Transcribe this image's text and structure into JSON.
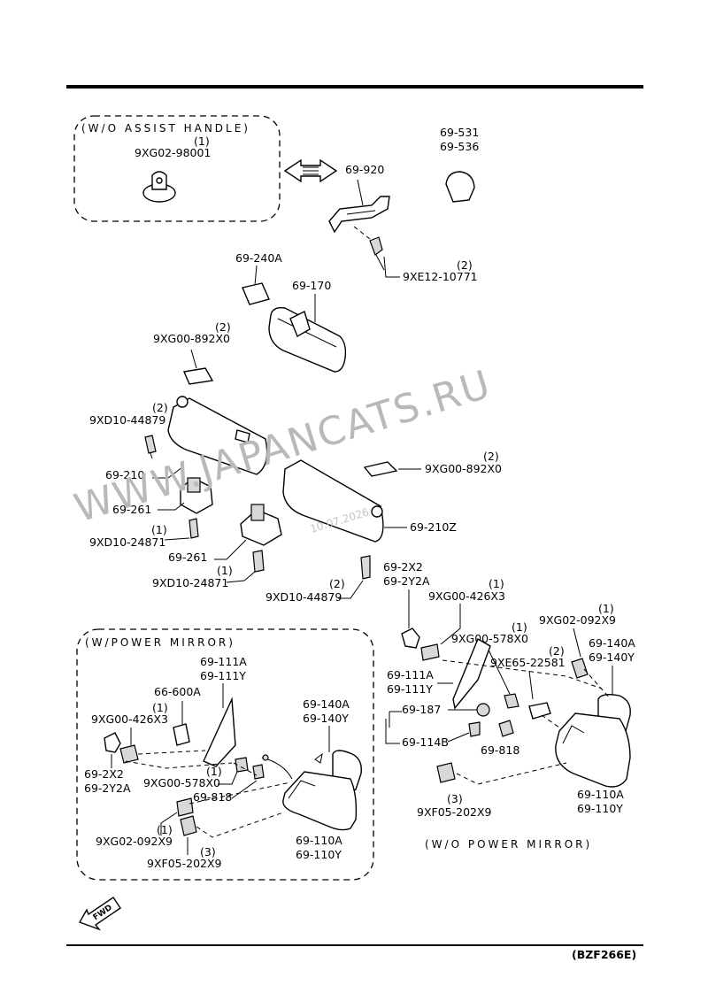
{
  "callouts": {
    "wo_assist_handle": "(W/O ASSIST HANDLE)",
    "w_power_mirror": "(W/POWER MIRROR)",
    "wo_power_mirror": "(W/O POWER MIRROR)"
  },
  "labels": {
    "l01": "(1)",
    "l02": "9XG02-98001",
    "l03": "69-531",
    "l04": "69-536",
    "l05": "69-920",
    "l06": "(2)",
    "l07": "9XE12-10771",
    "l08": "69-240A",
    "l09": "69-170",
    "l10": "(2)",
    "l11": "9XG00-892X0",
    "l12": "(2)",
    "l13": "9XD10-44879",
    "l14": "69-210",
    "l15": "69-261",
    "l16": "(2)",
    "l17": "9XG00-892X0",
    "l18": "(1)",
    "l19": "9XD10-24871",
    "l20": "69-261",
    "l21": "(1)",
    "l22": "9XD10-24871",
    "l23": "69-210Z",
    "l24": "(2)",
    "l25": "9XD10-44879",
    "l26": "69-2X2",
    "l27": "69-2Y2A",
    "l28": "(1)",
    "l29": "9XG00-426X3",
    "l30": "(1)",
    "l31": "9XG02-092X9",
    "l32": "(1)",
    "l33": "9XG00-578X0",
    "l34": "69-140A",
    "l35": "69-140Y",
    "l36": "(2)",
    "l37": "9XE65-22581",
    "l38": "69-111A",
    "l39": "69-111Y",
    "l40": "69-187",
    "l41": "69-114B",
    "l42": "69-818",
    "l43": "69-110A",
    "l44": "69-110Y",
    "l45": "(3)",
    "l46": "9XF05-202X9",
    "l47": "69-111A",
    "l48": "69-111Y",
    "l49": "66-600A",
    "l50": "(1)",
    "l51": "9XG00-426X3",
    "l52": "69-2X2",
    "l53": "69-2Y2A",
    "l54": "69-140A",
    "l55": "69-140Y",
    "l56": "(1)",
    "l57": "9XG00-578X0",
    "l58": "69-818",
    "l59": "(1)",
    "l60": "9XG02-092X9",
    "l61": "(3)",
    "l62": "9XF05-202X9",
    "l63": "69-110A",
    "l64": "69-110Y"
  },
  "watermark": "WWW.JAPANCATS.RU",
  "date": "10.07.2026",
  "fwd": "FWD",
  "diagram_code": "(BZF266E)"
}
